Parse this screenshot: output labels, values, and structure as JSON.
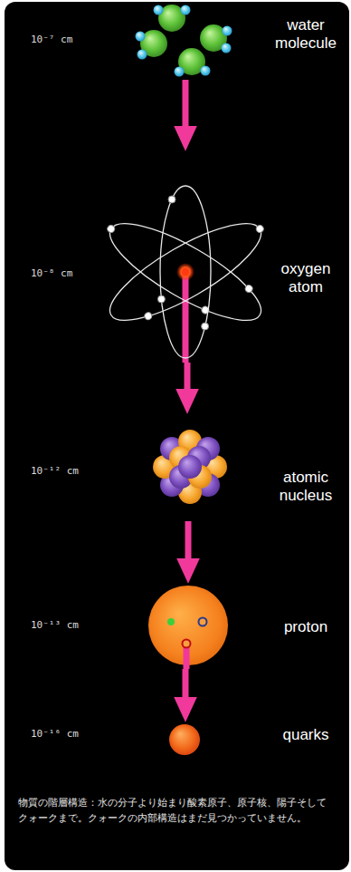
{
  "diagram": {
    "caption": "物質の階層構造：水の分子より始まり酸素原子、原子核、陽子そしてクォークまで。クォークの内部構造はまだ見つかっていません。",
    "nodes": [
      {
        "text": [
          "water molecule"
        ]
      },
      {
        "text": [
          "oxygen atom"
        ]
      },
      {
        "text": [
          "atomic nucleus"
        ]
      },
      {
        "text": [
          "proton"
        ]
      },
      {
        "text": [
          "quarks"
        ]
      }
    ],
    "edges": [
      {
        "from": 0,
        "to": 1,
        "arrow": "to"
      },
      {
        "from": 1,
        "to": 2,
        "arrow": "to"
      },
      {
        "from": 2,
        "to": 3,
        "arrow": "to"
      },
      {
        "from": 3,
        "to": 4,
        "arrow": "to"
      }
    ],
    "labels": [
      "10⁻⁷ cm",
      "10⁻⁸ cm",
      "10⁻¹² cm",
      "10⁻¹³ cm",
      "10⁻¹⁶ cm"
    ]
  }
}
